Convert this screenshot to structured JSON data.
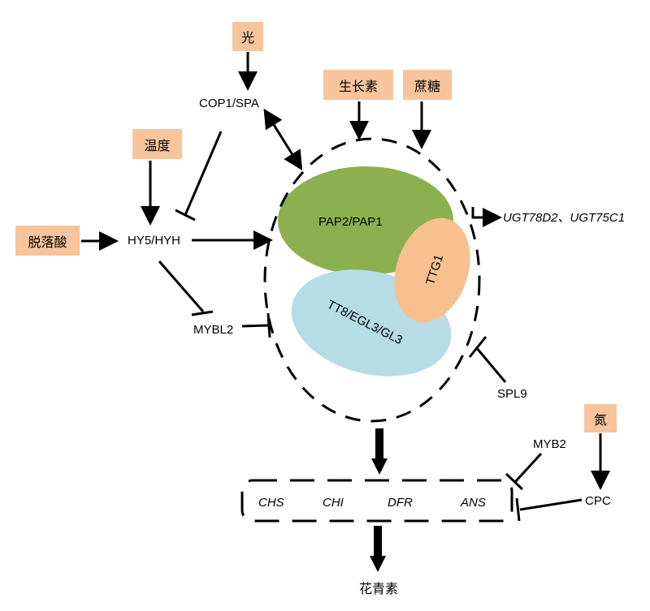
{
  "signals": {
    "light": "光",
    "temperature": "温度",
    "aba": "脱落酸",
    "auxin": "生长素",
    "sucrose": "蔗糖",
    "nitrogen": "氮"
  },
  "nodes": {
    "cop1_spa": "COP1/SPA",
    "hy5_hyh": "HY5/HYH",
    "mybl2": "MYBL2",
    "spl9": "SPL9",
    "myb2": "MYB2",
    "cpc": "CPC",
    "ugt": "UGT78D2、UGT75C1",
    "anthocyanin": "花青素"
  },
  "complex": {
    "pap": "PAP2/PAP1",
    "ttg1": "TTG1",
    "bhlh": "TT8/EGL3/GL3"
  },
  "genes": [
    "CHS",
    "CHI",
    "DFR",
    "ANS"
  ],
  "colors": {
    "signal_box": "#f8c49b",
    "pap_green": "#8cb050",
    "ttg1_orange": "#f8c08f",
    "bhlh_blue": "#b6dce6",
    "line": "#000000"
  }
}
